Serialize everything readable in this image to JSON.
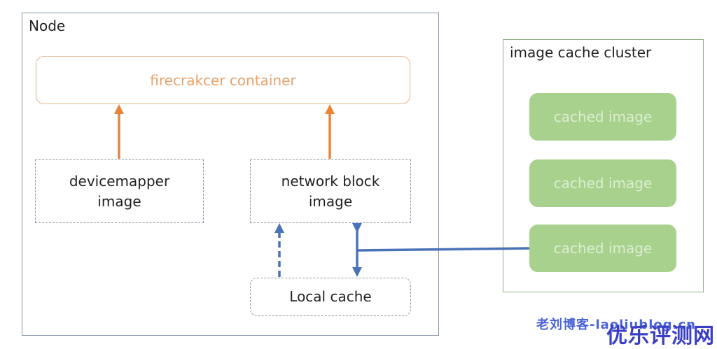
{
  "node": {
    "label": "Node",
    "firecracker_container": "firecrakcer container",
    "devicemapper_image": "devicemapper image",
    "network_block_image": "network block image",
    "local_cache": "Local cache"
  },
  "cluster": {
    "label": "image cache cluster",
    "cached_images": [
      "cached image",
      "cached image",
      "cached image"
    ]
  },
  "colors": {
    "orange_arrow": "#e8843a",
    "blue_arrow": "#4a72b8",
    "cached_fill": "#a9d18e",
    "container_border": "#e8b58a"
  },
  "watermark": {
    "line1": "老刘博客-laoliublog.cn",
    "line2": "优乐评测网"
  }
}
